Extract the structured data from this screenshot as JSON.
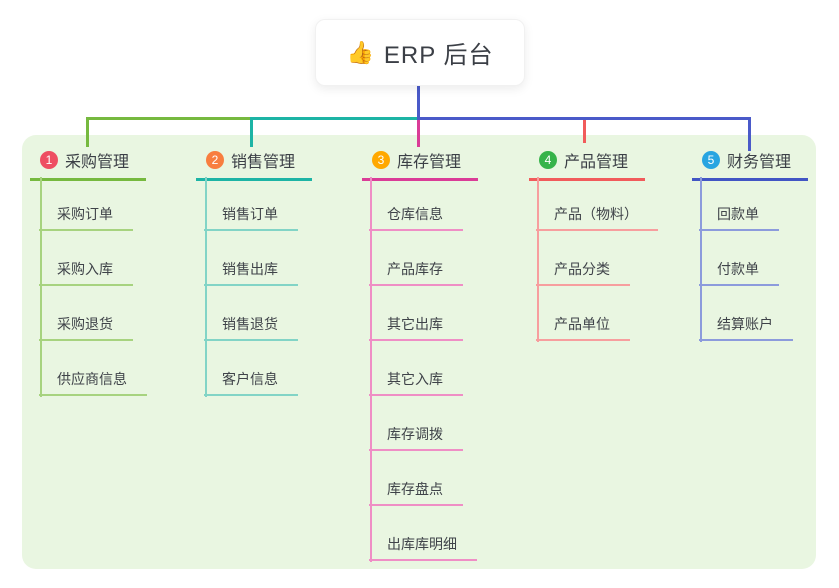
{
  "root": {
    "icon": "👍",
    "label": "ERP 后台"
  },
  "panel_color": "#e9f6e1",
  "connector_color": "#4a5ac9",
  "branches": [
    {
      "num": "1",
      "title": "采购管理",
      "accent": "#76b93f",
      "light": "#a7d37f",
      "badge_color": "#ee4e62",
      "children": [
        "采购订单",
        "采购入库",
        "采购退货",
        "供应商信息"
      ]
    },
    {
      "num": "2",
      "title": "销售管理",
      "accent": "#1db4a5",
      "light": "#82d4c6",
      "badge_color": "#f87e3f",
      "children": [
        "销售订单",
        "销售出库",
        "销售退货",
        "客户信息"
      ]
    },
    {
      "num": "3",
      "title": "库存管理",
      "accent": "#da3c97",
      "light": "#ef8ec5",
      "badge_color": "#ffa800",
      "children": [
        "仓库信息",
        "产品库存",
        "其它出库",
        "其它入库",
        "库存调拨",
        "库存盘点",
        "出库库明细"
      ]
    },
    {
      "num": "4",
      "title": "产品管理",
      "accent": "#f15b5b",
      "light": "#f79e9e",
      "badge_color": "#36b34a",
      "children": [
        "产品（物料）",
        "产品分类",
        "产品单位"
      ]
    },
    {
      "num": "5",
      "title": "财务管理",
      "accent": "#4255c4",
      "light": "#8c9bdc",
      "badge_color": "#28a5e1",
      "children": [
        "回款单",
        "付款单",
        "结算账户"
      ]
    }
  ]
}
